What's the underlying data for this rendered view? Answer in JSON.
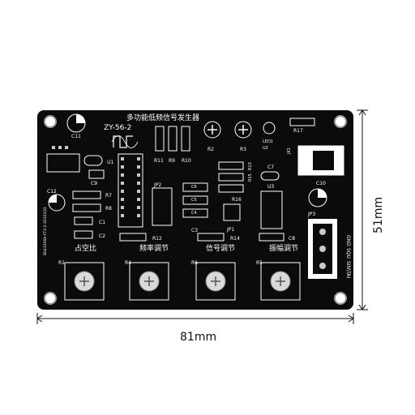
{
  "board": {
    "title_cn": "多功能低频信号发生器",
    "model": "ZY-56-2",
    "side_code": "BS43206A-FT3-2-20101D3",
    "colors": {
      "board": "#0b0b0b",
      "silk": "#ffffff",
      "pad": "#c8c8c8",
      "knob": "#d9d9d9"
    }
  },
  "labels": {
    "r1": "R1",
    "r2": "R2",
    "r3": "R3",
    "r4": "R4",
    "r5": "R5",
    "r6": "R6",
    "r7": "R7",
    "r8": "R8",
    "r9": "R9",
    "r10": "R10",
    "r11": "R11",
    "r12": "R12",
    "r13": "R13",
    "r14": "R14",
    "r15": "R15",
    "r16": "R16",
    "r17": "R17",
    "c1": "C1",
    "c2": "C2",
    "c3": "C3",
    "c4": "C4",
    "c5": "C5",
    "c6": "C6",
    "c7": "C7",
    "c8": "C8",
    "c9": "C9",
    "c10": "C10",
    "c11": "C11",
    "c12": "C12",
    "u1": "U1",
    "u2": "U2",
    "u3": "U3",
    "jp1": "JP1",
    "jp2": "JP2",
    "jp3": "JP3",
    "led1": "LED1",
    "jk1": "JK1",
    "duty": "占空比",
    "freq": "频率调节",
    "signal": "信号调节",
    "amp": "振幅调节",
    "gnd": "GND",
    "squ": "SQU",
    "sintai": "SIN\\TAI"
  },
  "dimensions": {
    "width": "81mm",
    "height": "51mm"
  }
}
